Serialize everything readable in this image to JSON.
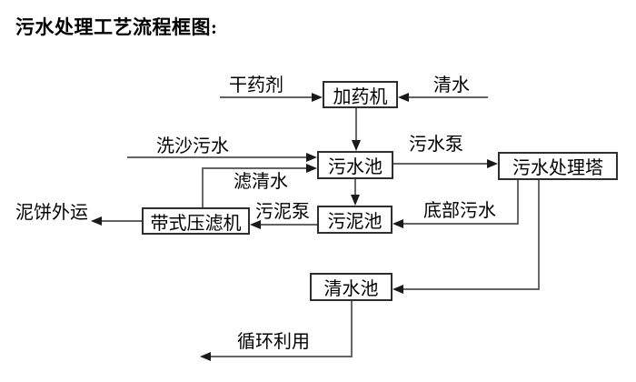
{
  "title": "污水处理工艺流程框图:",
  "diagram": {
    "type": "flowchart",
    "nodes": [
      {
        "id": "dosing-machine",
        "label": "加药机"
      },
      {
        "id": "sewage-pool",
        "label": "污水池"
      },
      {
        "id": "sewage-treatment-tower",
        "label": "污水处理塔"
      },
      {
        "id": "sludge-pool",
        "label": "污泥池"
      },
      {
        "id": "belt-filter-press",
        "label": "带式压滤机"
      },
      {
        "id": "clear-water-pool",
        "label": "清水池"
      }
    ],
    "edges": [
      {
        "from": "dry-chemical-source",
        "to": "dosing-machine",
        "label": "干药剂"
      },
      {
        "from": "clear-water-source",
        "to": "dosing-machine",
        "label": "清水"
      },
      {
        "from": "dosing-machine",
        "to": "sewage-pool",
        "label": ""
      },
      {
        "from": "sand-washing-sewage-source",
        "to": "sewage-pool",
        "label": "洗沙污水"
      },
      {
        "from": "belt-filter-press",
        "to": "sewage-pool",
        "label": "滤清水"
      },
      {
        "from": "sewage-pool",
        "to": "sewage-treatment-tower",
        "label": "污水泵"
      },
      {
        "from": "sewage-pool",
        "to": "sludge-pool",
        "label": ""
      },
      {
        "from": "sewage-treatment-tower",
        "to": "sludge-pool",
        "label": "底部污水"
      },
      {
        "from": "sludge-pool",
        "to": "belt-filter-press",
        "label": "污泥泵"
      },
      {
        "from": "belt-filter-press",
        "to": "mud-cake-outbound",
        "label": "泥饼外运"
      },
      {
        "from": "sewage-treatment-tower",
        "to": "clear-water-pool",
        "label": ""
      },
      {
        "from": "clear-water-pool",
        "to": "recycling-output",
        "label": "循环利用"
      }
    ],
    "colors": {
      "background": "#ffffff",
      "text": "#000000",
      "box_border": "#2e2e2e",
      "line": "#4d4d4d",
      "arrow": "#1a1a1a"
    }
  }
}
